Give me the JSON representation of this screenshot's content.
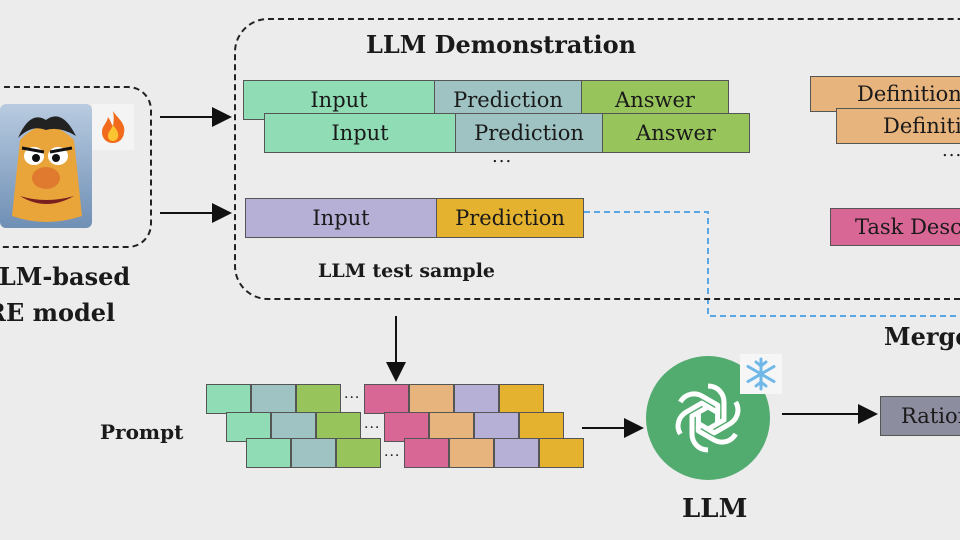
{
  "colors": {
    "input": "#8fdcb5",
    "prediction": "#9fc3c3",
    "answer": "#98c45c",
    "test_input": "#b6b0d6",
    "test_prediction": "#e5b22f",
    "definition": "#e8b47e",
    "task": "#d96795",
    "rationale": "#8d8da0",
    "llm": "#52ab6f"
  },
  "model": {
    "label_line1": "LLM-based",
    "label_line2": "RE model",
    "fire_icon": "fire-icon"
  },
  "demo": {
    "title": "LLM Demonstration",
    "row1": {
      "input": "Input",
      "prediction": "Prediction",
      "answer": "Answer"
    },
    "row2": {
      "input": "Input",
      "prediction": "Prediction",
      "answer": "Answer"
    },
    "ellipsis": "..."
  },
  "test": {
    "input": "Input",
    "prediction": "Prediction",
    "label": "LLM test sample"
  },
  "right": {
    "definition1": "Definition",
    "definition2": "Definiti",
    "ellipsis": "...",
    "task": "Task Desc",
    "merge": "Merge"
  },
  "prompt": {
    "label": "Prompt",
    "ellipsis": "..."
  },
  "llm": {
    "label": "LLM",
    "icon": "openai-logo-icon",
    "frozen_icon": "snowflake-icon"
  },
  "rationale": {
    "label": "Ration"
  }
}
